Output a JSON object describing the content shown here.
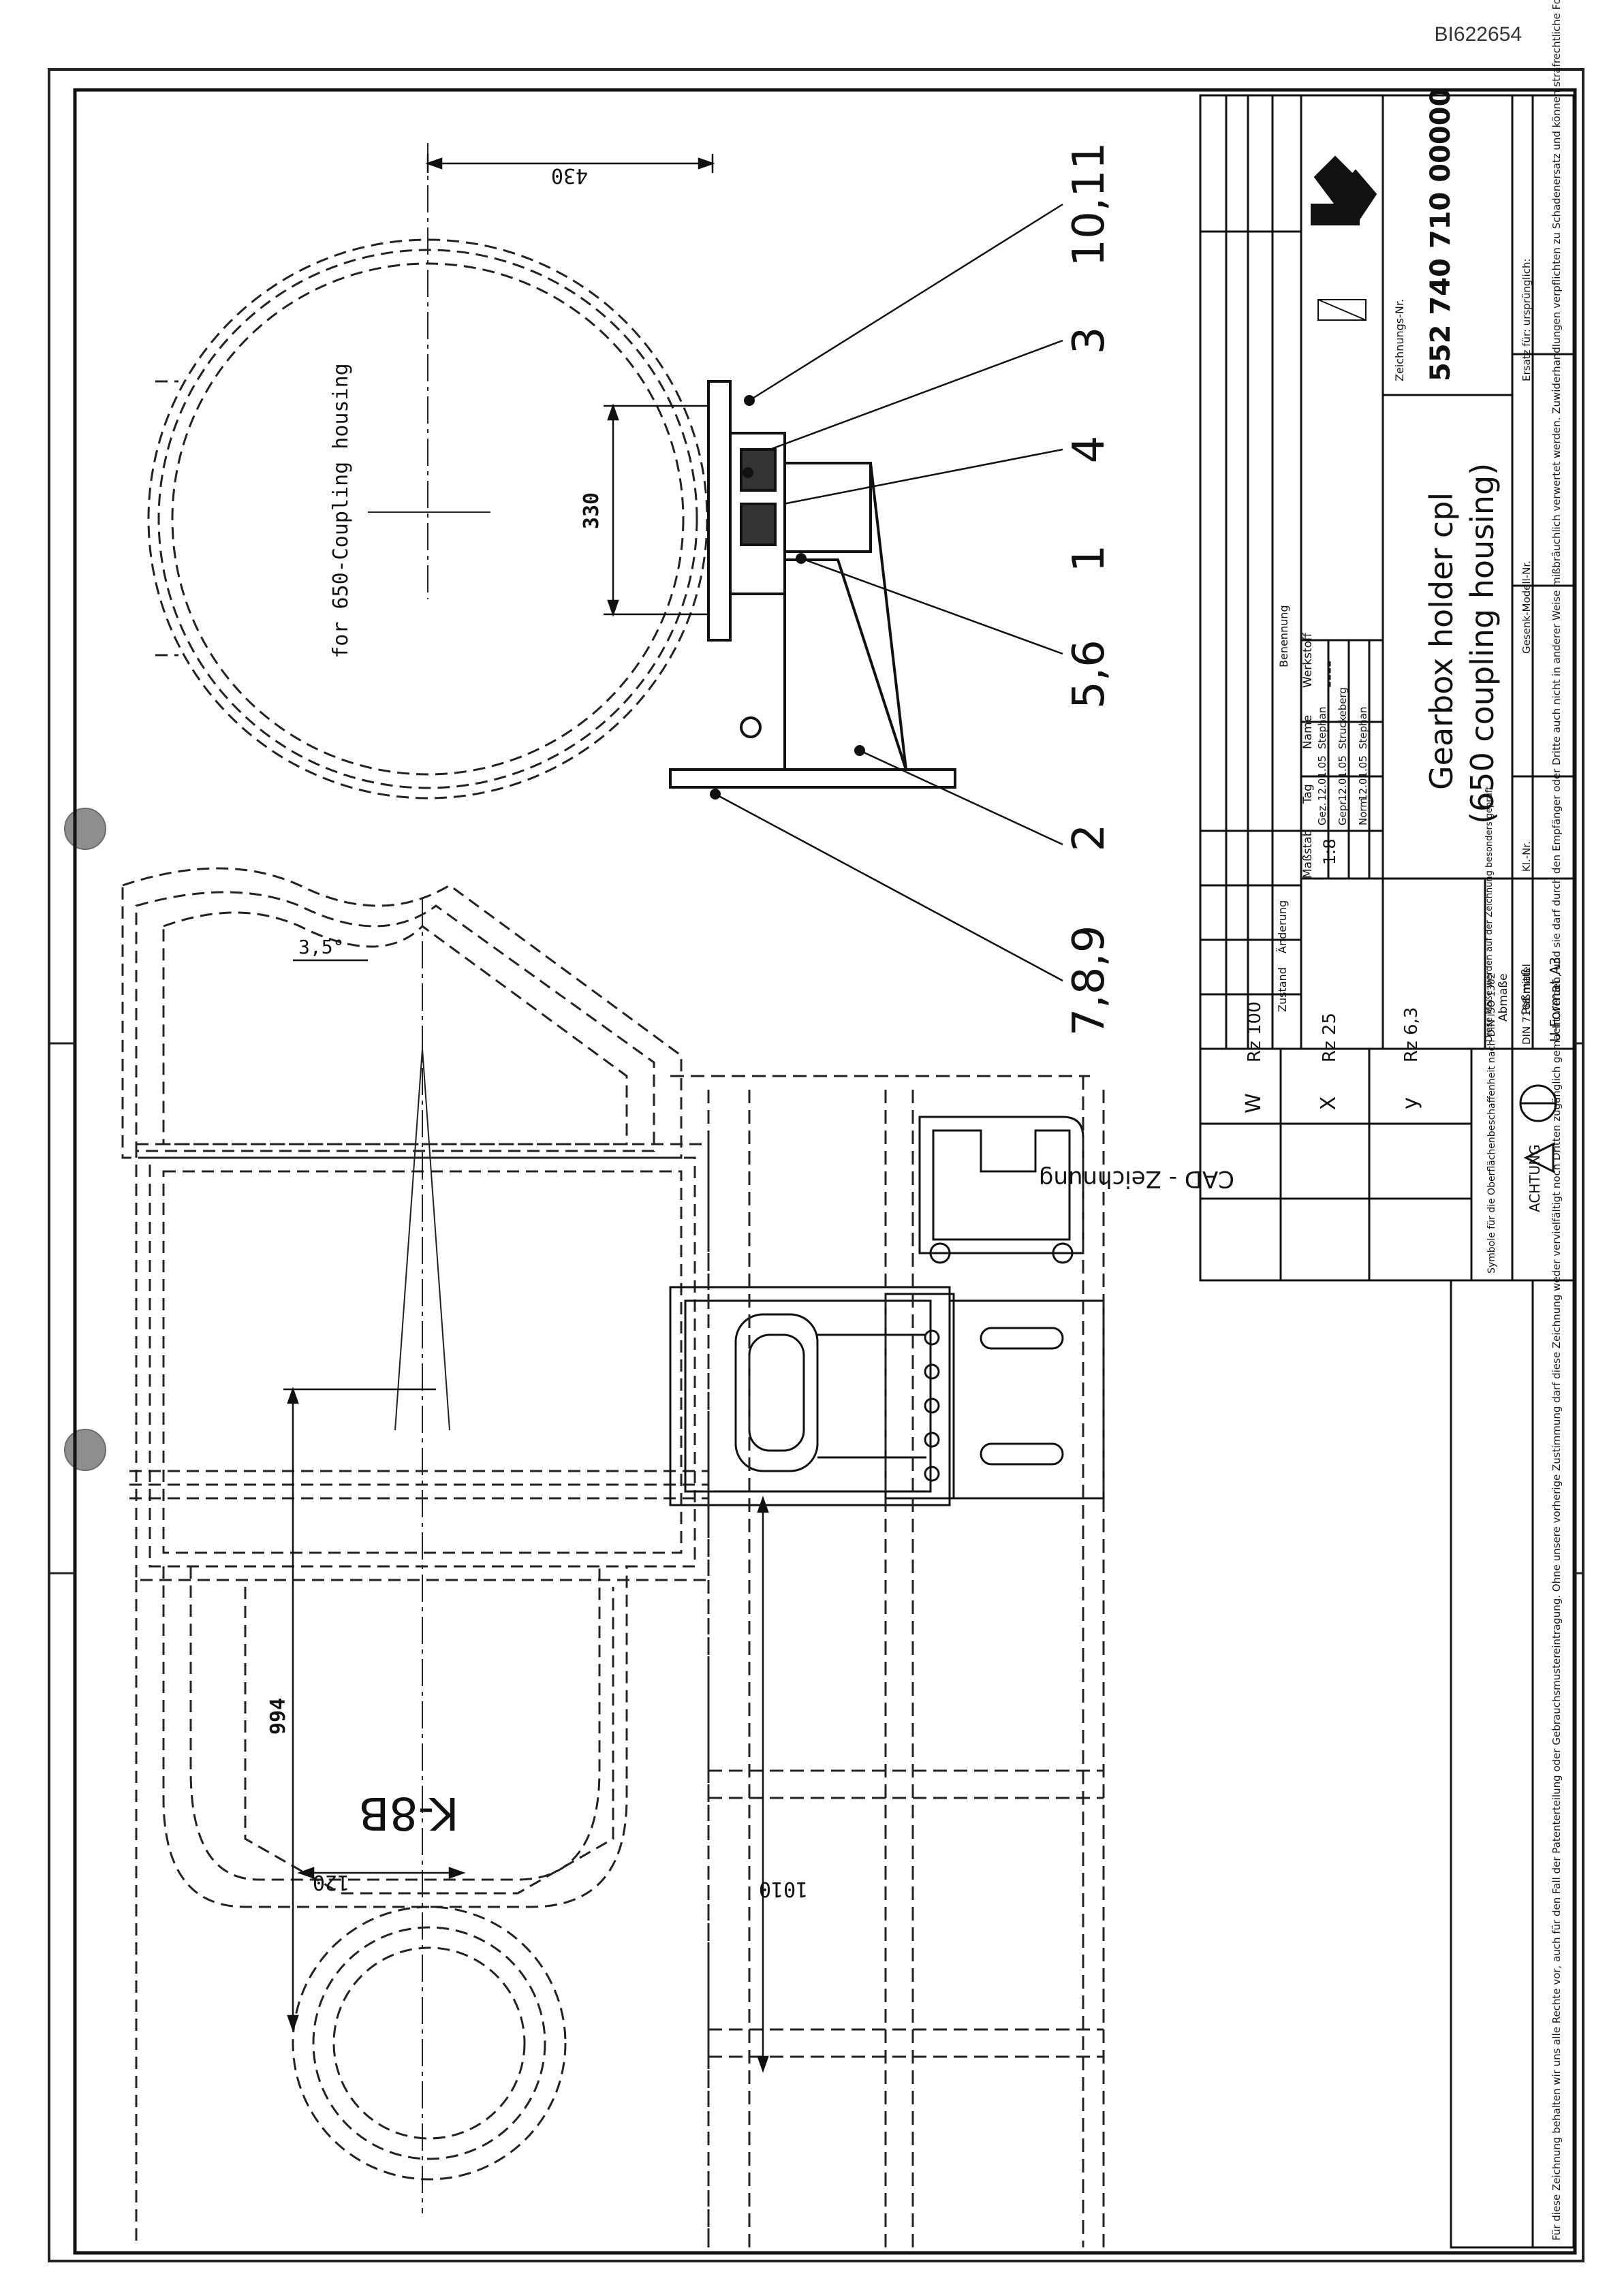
{
  "document_id": "BI622654",
  "drawing": {
    "part_numbers": [
      "10,11",
      "3",
      "4",
      "1",
      "5,6",
      "2",
      "7,8,9"
    ],
    "coupling_label": "for 650-Coupling housing",
    "dim_430": "430",
    "dim_330": "330",
    "dim_angle": "3,5°",
    "dim_994": "994",
    "dim_120": "120",
    "dim_1010": "1010",
    "model_label": "K-8B"
  },
  "surface_symbols": {
    "rows": [
      {
        "letter": "W",
        "value": "Rz 100"
      },
      {
        "letter": "X",
        "value": "Rz 25"
      },
      {
        "letter": "y",
        "value": "Rz 6,3"
      }
    ],
    "caption": "Symbole für die Oberflächenbeschaffenheit nach DIN ISO 1302",
    "achtung": "ACHTUNG",
    "cad_label": "CAD - Zeichnung"
  },
  "title_block": {
    "passmass": "Paßmaß",
    "abmasse": "Abmaße",
    "abmasse_note": "Diese Maße werden auf der Zeichnung besonders geprüft",
    "u_format": "U-Format A3",
    "massstab_label": "Maßstab",
    "massstab_value": "1:8",
    "werkstoff_label": "Werkstoff",
    "werkstoff_value": "----",
    "benennung_label": "Benennung",
    "head_tag": "Tag",
    "head_name": "Name",
    "rows": [
      {
        "label": "Gez.",
        "date": "12.01.05",
        "name": "Stephan"
      },
      {
        "label": "Gepr.",
        "date": "12.01.05",
        "name": "Struckeberg"
      },
      {
        "label": "Norm",
        "date": "12.01.05",
        "name": "Stephan"
      }
    ],
    "title_line1": "Gearbox holder cpl",
    "title_line2": "(650 coupling housing)",
    "drawing_number_label": "Zeichnungs-Nr.",
    "drawing_number": "552 740 710 00000",
    "din_note": "DIN 7168 mittel",
    "kl_nr": "Kl.-Nr.",
    "gesenk_label": "Gesenk-Modell-Nr.",
    "ersatz_label": "Ersatz für: ursprünglich:",
    "zustand": "Zustand",
    "aenderung": "Änderung",
    "copyright_note": "Für diese Zeichnung behalten wir uns alle Rechte vor, auch für den Fall der Patenterteilung oder Gebrauchsmustereintragung. Ohne unsere vorherige Zustimmung darf diese Zeichnung weder vervielfältigt noch Dritten zugänglich gemacht werden, und sie darf durch den Empfänger oder Dritte auch nicht in anderer Weise mißbräuchlich verwertet werden. Zuwiderhandlungen verpflichten zu Schadenersatz und können strafrechtliche Folgen haben."
  }
}
